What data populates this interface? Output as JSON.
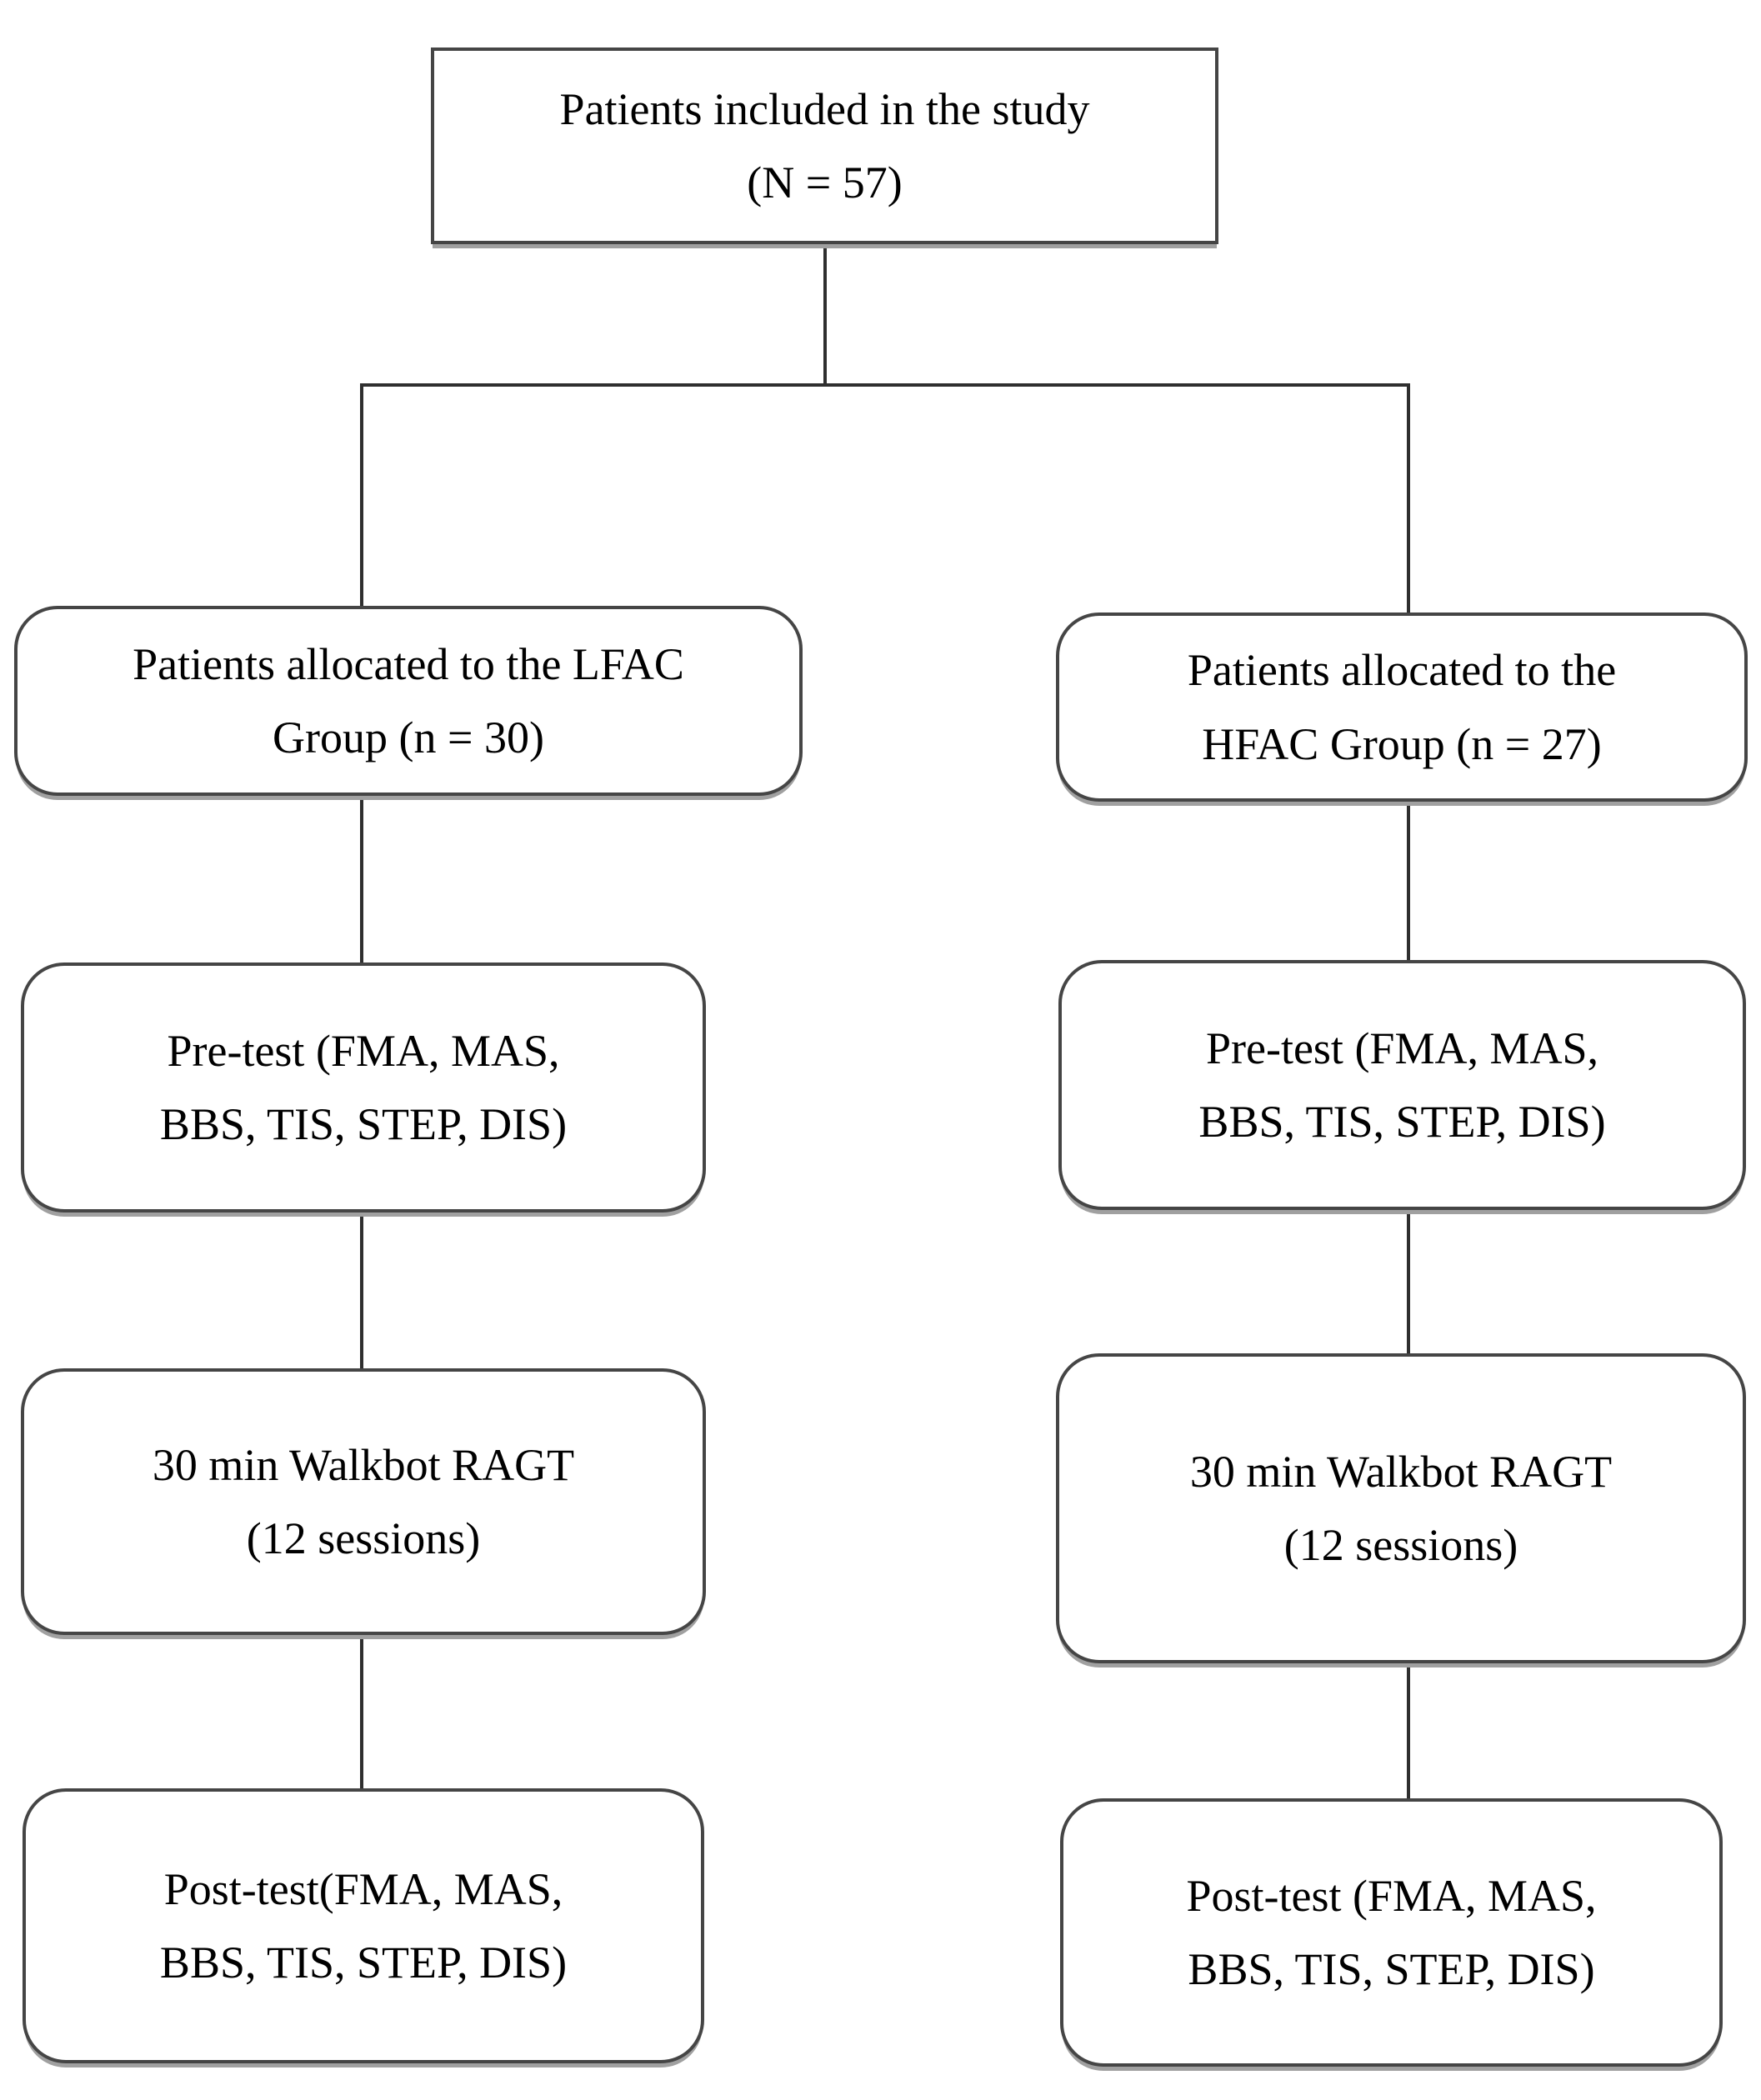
{
  "theme": {
    "background": "#ffffff",
    "box_fill": "#ffffff",
    "box_border": "#454545",
    "line_color": "#2f2f2f",
    "shadow_color": "#a0a0a0",
    "text_color": "#000000"
  },
  "flowchart": {
    "type": "study-flow-diagram",
    "top": {
      "line1": "Patients included in the study",
      "line2": "(N = 57)"
    },
    "left_column": {
      "allocation": {
        "line1": "Patients allocated to the LFAC",
        "line2": "Group (n = 30)"
      },
      "pretest": {
        "line1": "Pre-test (FMA, MAS,",
        "line2": "BBS, TIS, STEP, DIS)"
      },
      "intervention": {
        "line1": "30 min Walkbot RAGT",
        "line2": "(12 sessions)"
      },
      "posttest": {
        "line1": "Post-test(FMA, MAS,",
        "line2": "BBS, TIS, STEP, DIS)"
      }
    },
    "right_column": {
      "allocation": {
        "line1": "Patients allocated to the",
        "line2": "HFAC Group (n = 27)"
      },
      "pretest": {
        "line1": "Pre-test (FMA, MAS,",
        "line2": "BBS, TIS, STEP, DIS)"
      },
      "intervention": {
        "line1": "30 min Walkbot RAGT",
        "line2": "(12 sessions)"
      },
      "posttest": {
        "line1": "Post-test (FMA, MAS,",
        "line2": "BBS, TIS, STEP, DIS)"
      }
    }
  }
}
